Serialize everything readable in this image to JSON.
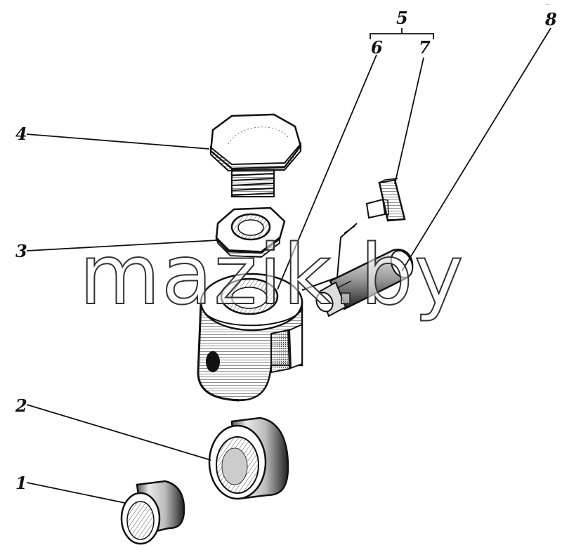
{
  "diagram": {
    "callouts": {
      "c1": "1",
      "c2": "2",
      "c3": "3",
      "c4": "4",
      "c5": "5",
      "c6": "6",
      "c7": "7",
      "c8": "8"
    },
    "watermark": "mazik.by",
    "corner_mark": "·─·"
  },
  "colors": {
    "ink": "#111111",
    "shade": "#555555",
    "paper": "#ffffff"
  }
}
